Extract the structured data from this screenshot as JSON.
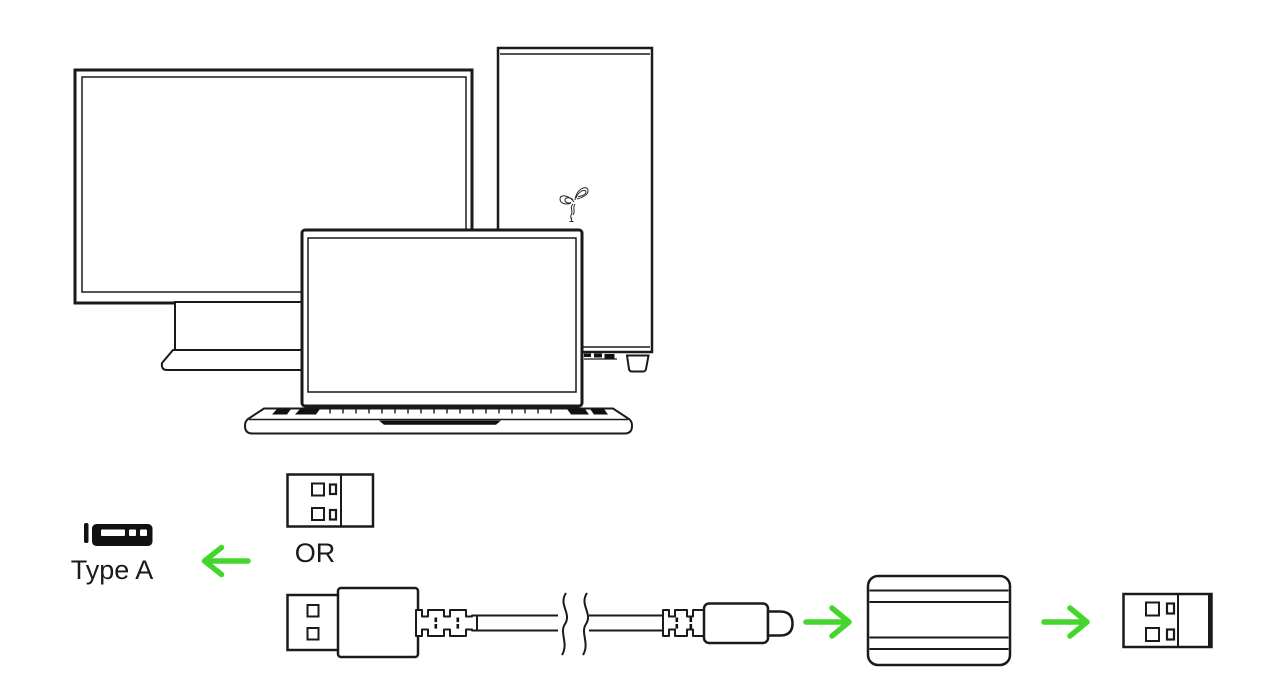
{
  "diagram": {
    "labels": {
      "type_a": "Type A",
      "or": "OR"
    },
    "colors": {
      "accent_green": "#44d62c",
      "line_dark": "#1a1a1a",
      "background": "#ffffff"
    },
    "devices": [
      "monitor",
      "desktop-tower-with-razer-logo",
      "laptop"
    ],
    "connector_icons": [
      "usb-type-a-port-icon",
      "usb-type-a-connector-icon",
      "usb-a-to-usb-c-cable",
      "usb-adapter-box",
      "usb-type-a-connector-icon"
    ]
  }
}
